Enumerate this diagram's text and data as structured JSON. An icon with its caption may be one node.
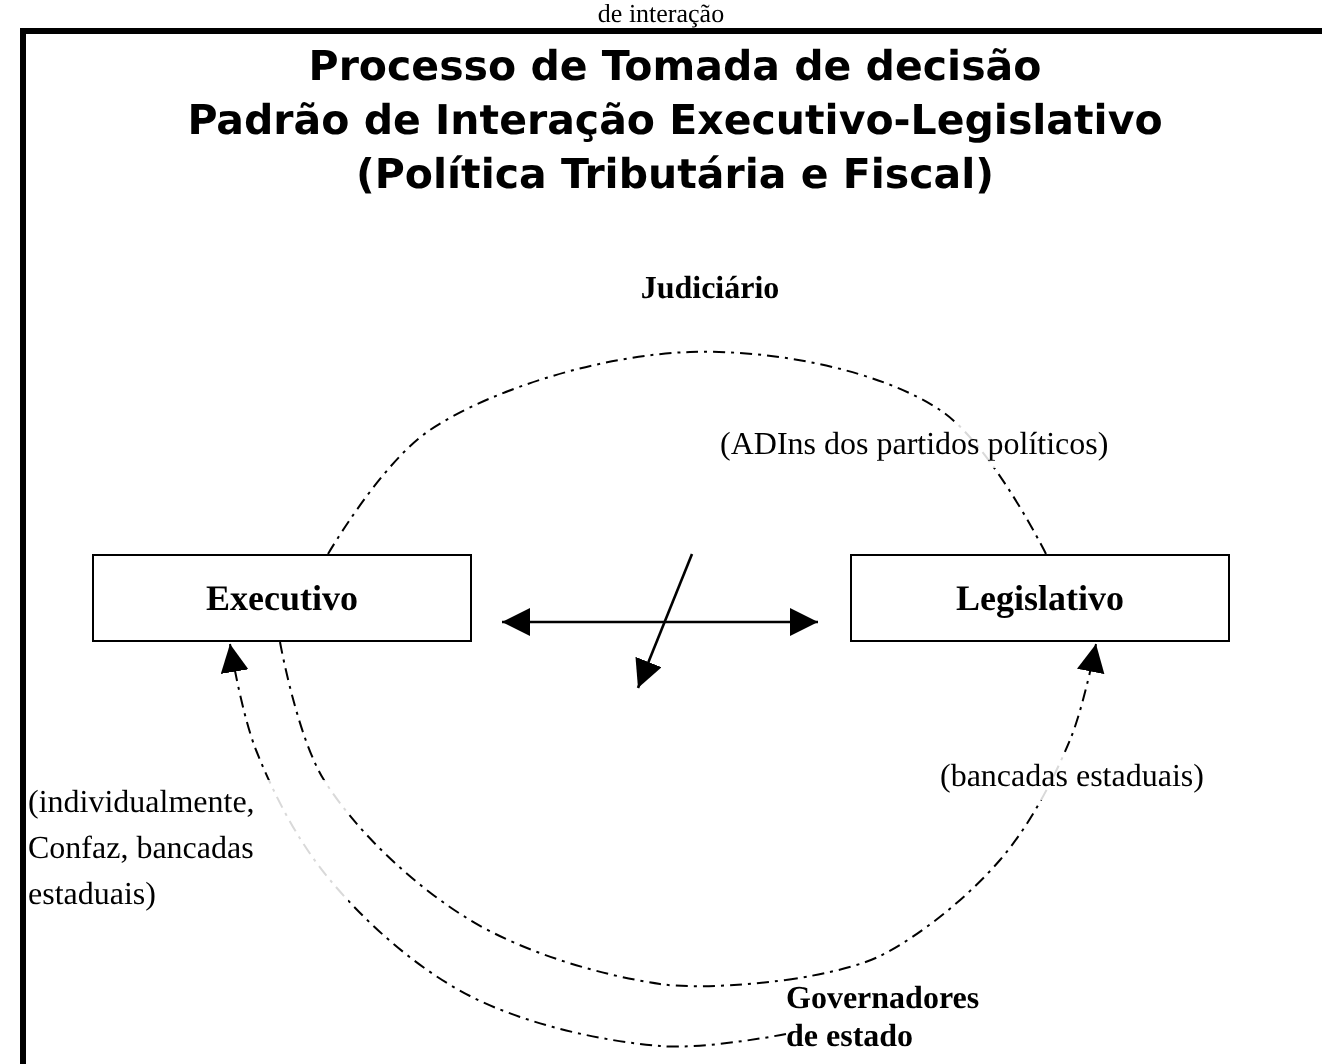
{
  "diagram": {
    "title": "Processo de Tomada de decisão",
    "caption": "de interação",
    "nodes": [
      {
        "text": [
          "Executivo"
        ]
      },
      {
        "text": [
          "Legislativo"
        ]
      },
      {
        "text": [
          "Governadores de estado"
        ]
      }
    ],
    "edges": [
      {
        "from": 0,
        "to": 1,
        "arrow": "both"
      },
      {
        "from": 0,
        "to": 1,
        "arrow": "none",
        "style": "dashed",
        "label": "(ADIns dos partidos políticos)"
      },
      {
        "from": 2,
        "to": 0,
        "arrow": "to",
        "style": "dashed",
        "label": "(individualmente, Confaz, bancadas estaduais)"
      },
      {
        "from": 0,
        "to": 2,
        "arrow": "none",
        "style": "dashed"
      },
      {
        "from": 2,
        "to": 1,
        "arrow": "to",
        "style": "dashed",
        "label": "(bancadas estaduais)"
      }
    ],
    "labels": [
      "Padrão de Interação Executivo-Legislativo",
      "(Política Tributária e Fiscal)",
      "Judiciário"
    ]
  }
}
